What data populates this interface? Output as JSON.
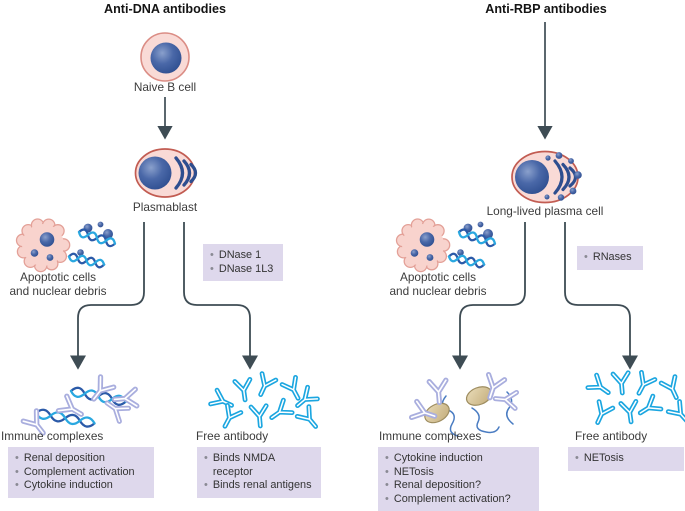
{
  "left": {
    "title": "Anti-DNA antibodies",
    "naive_label": "Naive B cell",
    "plasmablast_label": "Plasmablast",
    "debris_line1": "Apoptotic cells",
    "debris_line2": "and nuclear debris",
    "enzymes": [
      "DNase 1",
      "DNase 1L3"
    ],
    "ic_label": "Immune complexes",
    "ic_items": [
      "Renal deposition",
      "Complement activation",
      "Cytokine induction"
    ],
    "fa_label": "Free antibody",
    "fa_items": [
      "Binds NMDA receptor",
      "Binds renal antigens"
    ]
  },
  "right": {
    "title": "Anti-RBP antibodies",
    "cell_label": "Long-lived plasma cell",
    "debris_line1": "Apoptotic cells",
    "debris_line2": "and nuclear debris",
    "enzymes": [
      "RNases"
    ],
    "ic_label": "Immune complexes",
    "ic_items": [
      "Cytokine induction",
      "NETosis",
      "Renal deposition?",
      "Complement activation?"
    ],
    "fa_label": "Free antibody",
    "fa_items": [
      "NETosis"
    ]
  },
  "colors": {
    "box_bg": "#ded8ec",
    "bullet": "#8a8a94",
    "arrow": "#3e4c54",
    "cell_fill": "#f9dad6",
    "cell_stroke_light": "#db8d85",
    "cell_stroke_dark": "#c25c52",
    "nucleus_blue": "#2e4e8f",
    "antibody_cyan": "#1ba6e0",
    "antibody_lavender": "#a9aede",
    "dna_dark": "#2b5aa8",
    "dna_cyan": "#2aa8e0",
    "protein_fill": "#d9c89f",
    "protein_stroke": "#9e8d60",
    "rna_line": "#4a7cc2"
  }
}
